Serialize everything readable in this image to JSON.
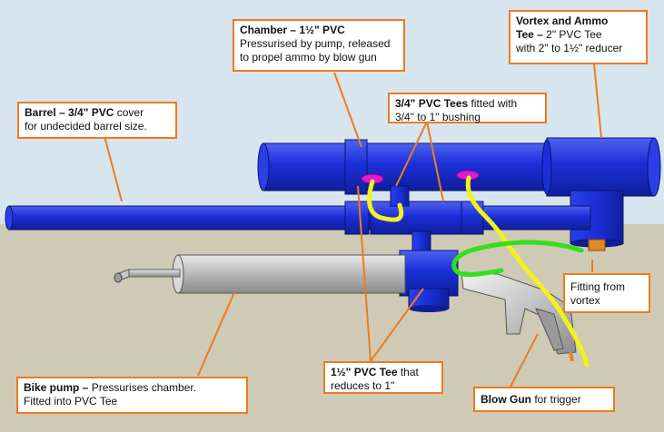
{
  "colors": {
    "sky": "#d7e5ef",
    "ground": "#cfcab6",
    "pvc_blue": "#1b2fd8",
    "pvc_blue_dark": "#0f1f9a",
    "pvc_blue_light": "#4b62f0",
    "callout_border": "#f07a1c",
    "leader": "#f07a1c",
    "hose_yellow": "#f3f31a",
    "hose_green": "#33e01a",
    "fitting_magenta": "#e019d8",
    "pump_gray": "#b8b8b8",
    "fitting_orange": "#e08a22"
  },
  "callouts": {
    "chamber": {
      "title": "Chamber – 1½\" PVC",
      "body_line1": "Pressurised by pump, released",
      "body_line2": "to propel ammo by blow gun"
    },
    "vortex": {
      "title_line1": "Vortex and Ammo",
      "title_line2_bold": "Tee – ",
      "title_line2_rest": "2\" PVC Tee",
      "body": "with 2\" to 1½\" reducer"
    },
    "barrel": {
      "title": "Barrel – 3/4\" PVC",
      "title_rest": " cover",
      "body": "for undecided barrel size."
    },
    "tees": {
      "title": "3/4\" PVC Tees",
      "title_rest": " fitted with",
      "body": "3/4\" to 1\" bushing"
    },
    "fitting": {
      "line1": "Fitting from",
      "line2": "vortex"
    },
    "bike_pump": {
      "title": "Bike pump – ",
      "title_rest": "Pressurises chamber.",
      "body": "Fitted into PVC Tee"
    },
    "tee_large": {
      "title": "1½\" PVC Tee",
      "title_rest": " that",
      "body": "reduces to 1\""
    },
    "blow_gun": {
      "title": "Blow Gun",
      "title_rest": " for trigger"
    }
  }
}
